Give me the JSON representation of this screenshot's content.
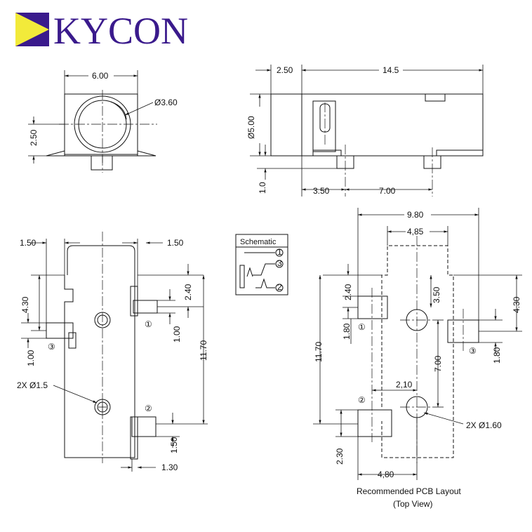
{
  "brand": {
    "name": "KYCON",
    "color": "#3a1a8c",
    "accent": "#f2ea3a"
  },
  "front": {
    "width": "6.00",
    "hole": "Ø3.60",
    "height": "2.50"
  },
  "side": {
    "d1": "2.50",
    "d2": "14.5",
    "dia": "Ø5.00",
    "d3": "1.0",
    "d4": "3.50",
    "d5": "7.00"
  },
  "bottom": {
    "d1": "1.50",
    "d2": "1.50",
    "d3": "4.30",
    "d4": "2.40",
    "d5": "1.00",
    "d6": "1.00",
    "d7": "11.70",
    "d8": "1.50",
    "d9": "1.30",
    "holes": "2X Ø1.5"
  },
  "pins": {
    "p1": "①",
    "p2": "②",
    "p3": "③"
  },
  "schematic": {
    "title": "Schematic"
  },
  "pcb": {
    "d1": "9.80",
    "d2": "4,85",
    "d3": "2.40",
    "d4": "3.50",
    "d5": "4.30",
    "d6": "1.80",
    "d7": "1.80",
    "d8": "11.70",
    "d9": "7.00",
    "d10": "2,10",
    "d11": "2.30",
    "d12": "4,80",
    "holes": "2X Ø1.60",
    "caption1": "Recommended PCB Layout",
    "caption2": "(Top View)"
  }
}
